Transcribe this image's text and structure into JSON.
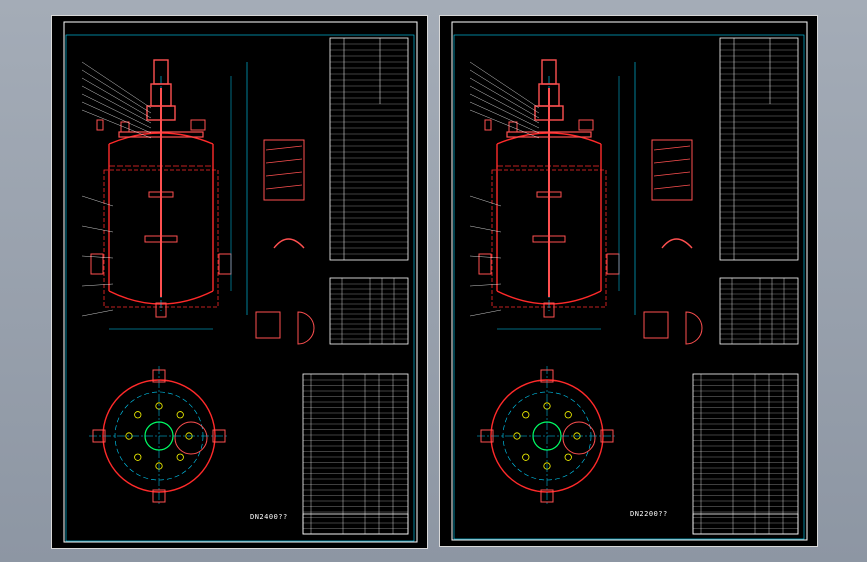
{
  "drawings": [
    {
      "id": "left",
      "caption": "DN2400??"
    },
    {
      "id": "right",
      "caption": "DN2200??"
    }
  ],
  "colors": {
    "background": "#98a0ac",
    "sheet": "#000000",
    "border": "#ffffff",
    "vessel": "#ff2a2a",
    "dimension": "#00d4ff",
    "flange": "#ff5050",
    "table": "#ffffff",
    "accent": "#ffff00",
    "hatch": "#00ff66"
  }
}
